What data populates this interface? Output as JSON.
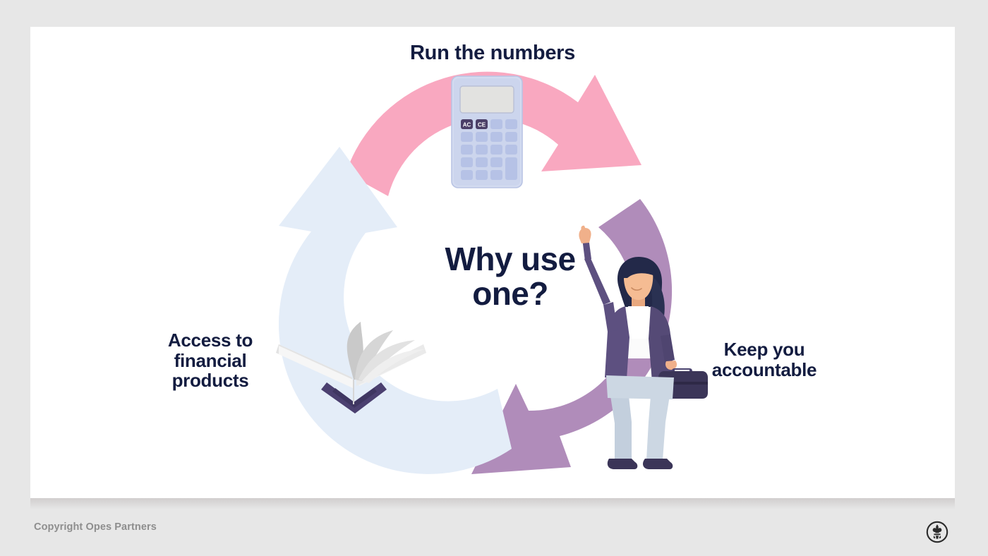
{
  "slide": {
    "center_heading": "Why use\none?",
    "nodes": [
      {
        "id": "run-the-numbers",
        "label": "Run the numbers",
        "arrow_color": "#f9a8c0",
        "icon": "calculator-illustration"
      },
      {
        "id": "keep-you-accountable",
        "label": "Keep you\naccountable",
        "arrow_color": "#b08cba",
        "icon": "businesswoman-illustration"
      },
      {
        "id": "access-to-financial-products",
        "label": "Access to\nfinancial\nproducts",
        "arrow_color": "#e4edf8",
        "icon": "open-book-illustration"
      }
    ],
    "calculator": {
      "buttons": [
        "AC",
        "CE"
      ]
    },
    "colors": {
      "text_navy": "#131c40",
      "pink_arrow": "#f9a8c0",
      "purple_arrow": "#b08cba",
      "blue_arrow": "#e4edf8",
      "page_background": "#e7e7e7",
      "slide_background": "#ffffff",
      "footer_text": "#8e8e8e"
    }
  },
  "footer": {
    "copyright": "Copyright Opes Partners",
    "logo": "fleur-de-lis-logo"
  }
}
